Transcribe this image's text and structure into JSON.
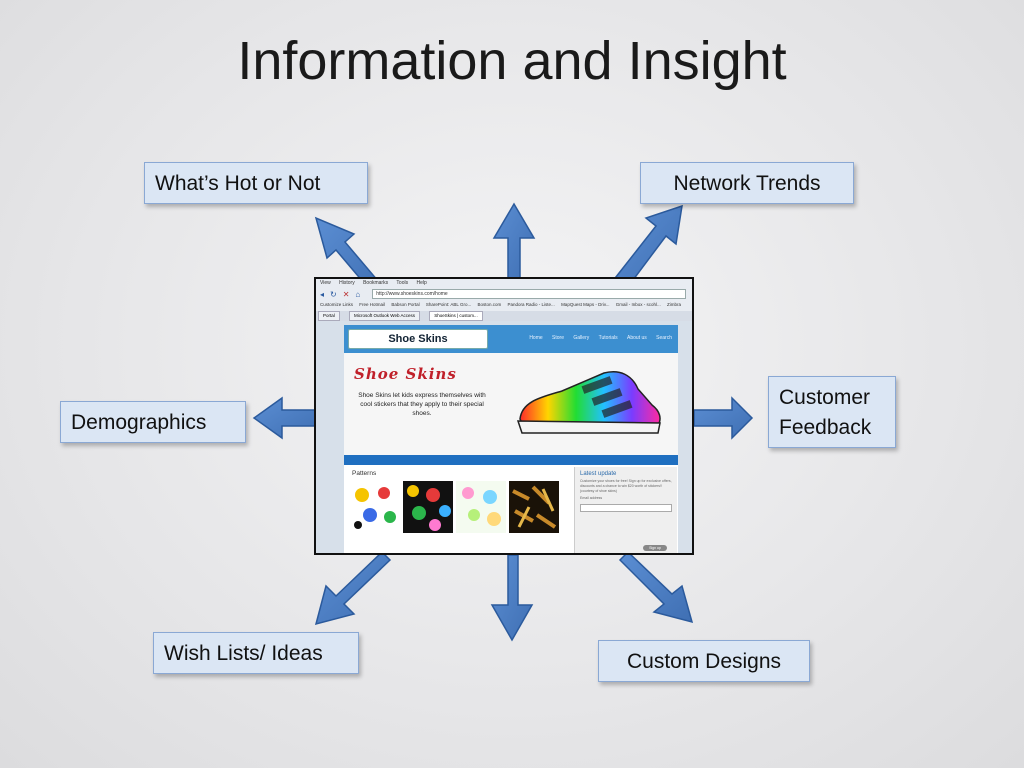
{
  "slide": {
    "title": "Information and Insight",
    "boxes": {
      "hot_or_not": "What’s Hot or Not",
      "network_trends": "Network Trends",
      "demographics": "Demographics",
      "customer_feedback": "Customer Feedback",
      "wish_lists": "Wish Lists/ Ideas",
      "custom_designs": "Custom Designs"
    },
    "colors": {
      "arrow_fill": "#4a7dc2",
      "arrow_stroke": "#2b5a9c",
      "box_fill": "#dbe6f4",
      "box_border": "#8aa8d4"
    }
  },
  "screenshot": {
    "menu": [
      "View",
      "History",
      "Bookmarks",
      "Tools",
      "Help"
    ],
    "url": "http://www.shoeskins.com/home",
    "bookmarks": [
      "Customize Links",
      "Free Hotmail",
      "Babson Portal",
      "SharePoint: ABL Gro...",
      "Boston.com",
      "Pandora Radio - Liste...",
      "MapQuest Maps - Driv...",
      "Gmail - Inbox - scohl...",
      "Zimbra"
    ],
    "tabs": [
      "Portal",
      "Microsoft Outlook Web Access",
      "ShoeSkins | custom..."
    ],
    "site": {
      "logo": "Shoe Skins",
      "nav": [
        "Home",
        "Store",
        "Gallery",
        "Tutorials",
        "About us",
        "Search"
      ],
      "hero_logo": "Shoe Skins",
      "hero_text": "Shoe Skins let kids express themselves with cool stickers that they apply to their special shoes.",
      "patterns_label": "Patterns",
      "update_label": "Latest update",
      "update_text": "Customize your shoes for free! Sign up for exclusive offers, discounts and a chance to win $20 worth of stickers!! (courtesy of shoe skins)",
      "email_label": "Email address",
      "signup_label": "Sign up"
    }
  }
}
